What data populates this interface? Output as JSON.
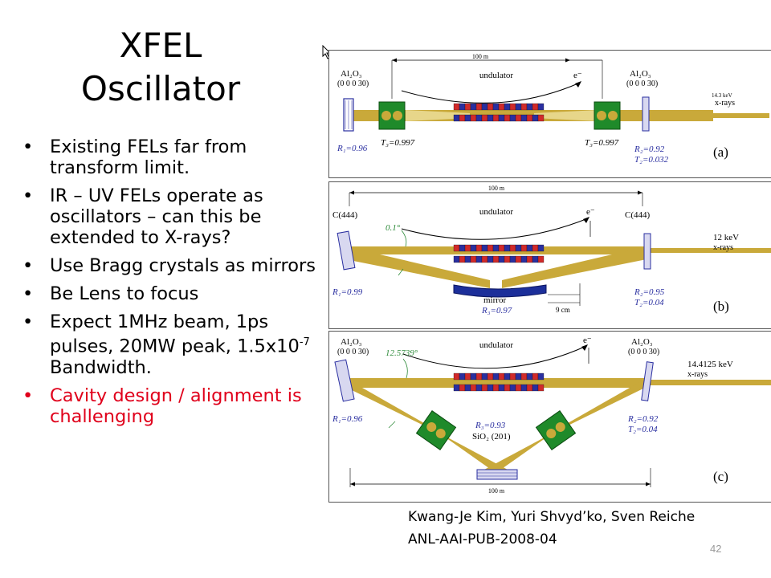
{
  "slide": {
    "title_line1": "XFEL",
    "title_line2": "Oscillator",
    "bullets": [
      {
        "text": "Existing FELs far from transform limit."
      },
      {
        "text": "IR – UV FELs operate as oscillators – can this be extended  to X-rays?"
      },
      {
        "text": "Use Bragg  crystals as mirrors"
      },
      {
        "text": "Be Lens to focus"
      },
      {
        "text_before": "Expect 1MHz beam, 1ps pulses, 20MW peak, 1.5x10",
        "superscript": "-7",
        "text_after": " Bandwidth."
      },
      {
        "text": "Cavity design / alignment is challenging",
        "color": "#e0001b"
      }
    ],
    "credit_line1": "Kwang-Je Kim, Yuri Shvyd’ko, Sven Reiche",
    "credit_line2": "ANL-AAI-PUB-2008-04",
    "page_number": "42"
  },
  "diagram": {
    "panel_a": {
      "distance": "100 m",
      "crystal_left_1": "Al₂O₃",
      "crystal_left_2": "(0 0 0 30)",
      "crystal_right_1": "Al₂O₃",
      "crystal_right_2": "(0 0 0 30)",
      "undulator": "undulator",
      "electron": "e⁻",
      "energy": "14.3 keV",
      "xrays": "x-rays",
      "R1": "R₁=0.96",
      "T3_left": "T₃=0.997",
      "T3_right": "T₃=0.997",
      "R2": "R₂=0.92",
      "T2": "T₂=0.032",
      "letter": "(a)"
    },
    "panel_b": {
      "distance": "100 m",
      "crystal_left": "C(444)",
      "crystal_right": "C(444)",
      "angle": "0.1°",
      "undulator": "undulator",
      "electron": "e⁻",
      "energy": "12 keV",
      "xrays": "x-rays",
      "R1": "R₁=0.99",
      "mirror": "mirror",
      "R3": "R₃=0.97",
      "size": "9 cm",
      "R2": "R₂=0.95",
      "T2": "T₂=0.04",
      "letter": "(b)"
    },
    "panel_c": {
      "crystal_left_1": "Al₂O₃",
      "crystal_left_2": "(0 0 0 30)",
      "crystal_right_1": "Al₂O₃",
      "crystal_right_2": "(0 0 0 30)",
      "angle": "12.5739°",
      "undulator": "undulator",
      "electron": "e⁻",
      "energy": "14.4125 keV",
      "xrays": "x-rays",
      "R1": "R₁=0.96",
      "R3": "R₃=0.93",
      "sio2": "SiO₂ (201)",
      "R2": "R₂=0.92",
      "T2": "T₂=0.04",
      "distance": "100 m",
      "letter": "(c)"
    },
    "colors": {
      "beam": "#c9a93a",
      "crystal_green": "#1f8a2a",
      "magnet_red": "#d12a2a",
      "magnet_blue": "#2a2fa0",
      "label_blue": "#2a2fa0",
      "angle_green": "#2e8b3a"
    }
  }
}
